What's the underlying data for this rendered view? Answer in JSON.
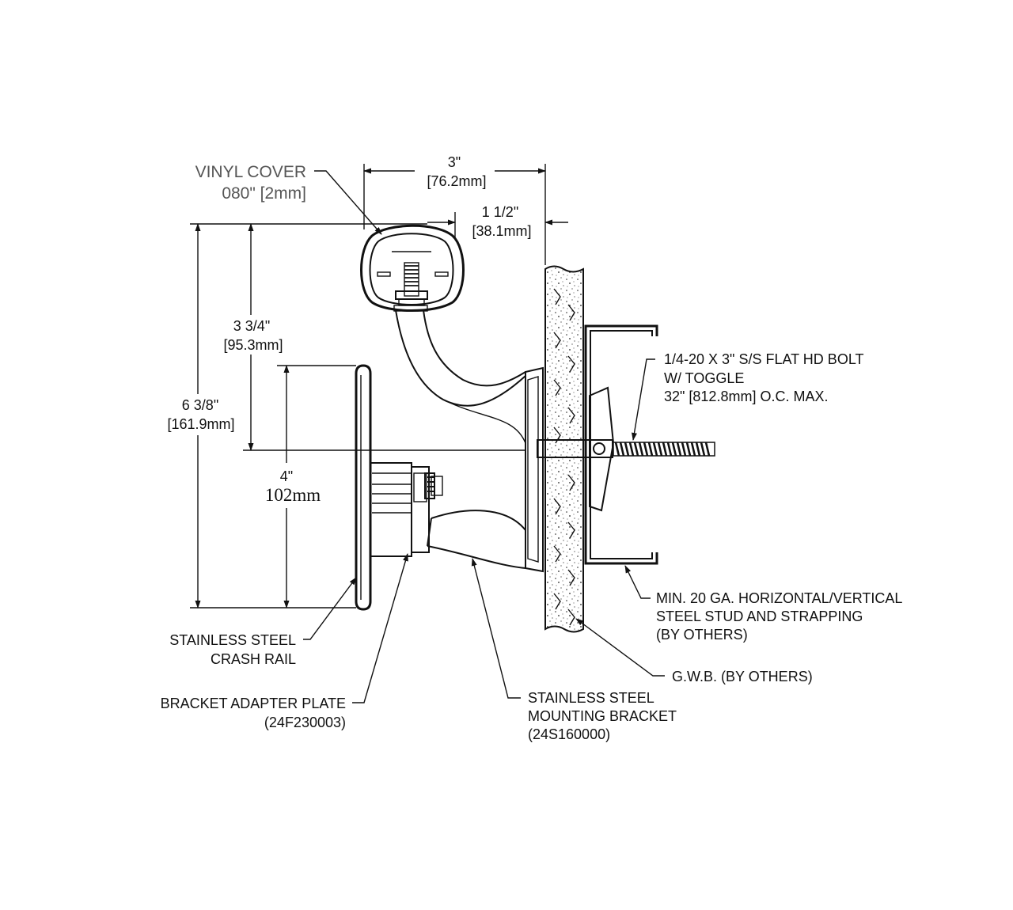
{
  "dimensions": {
    "rail_width": {
      "imperial": "3\"",
      "metric": "[76.2mm]"
    },
    "projection": {
      "imperial": "1 1/2\"",
      "metric": "[38.1mm]"
    },
    "overall_height": {
      "imperial": "6 3/8\"",
      "metric": "[161.9mm]"
    },
    "upper_height": {
      "imperial": "3 3/4\"",
      "metric": "[95.3mm]"
    },
    "crash_rail_height": {
      "imperial": "4\"",
      "metric": "102mm"
    }
  },
  "callouts": {
    "vinyl_cover": {
      "line1": "VINYL COVER",
      "line2": "080\" [2mm]"
    },
    "bolt": {
      "line1": "1/4-20 X 3\" S/S FLAT HD BOLT",
      "line2": "W/ TOGGLE",
      "line3": "32\" [812.8mm] O.C. MAX."
    },
    "stud": {
      "line1": "MIN. 20 GA. HORIZONTAL/VERTICAL",
      "line2": "STEEL STUD AND STRAPPING",
      "line3": "(BY OTHERS)"
    },
    "gwb": {
      "line1": "G.W.B. (BY OTHERS)"
    },
    "crash_rail": {
      "line1": "STAINLESS STEEL",
      "line2": "CRASH RAIL"
    },
    "adapter_plate": {
      "line1": "BRACKET ADAPTER PLATE",
      "line2": "(24F230003)"
    },
    "mounting_bracket": {
      "line1": "STAINLESS STEEL",
      "line2": "MOUNTING BRACKET",
      "line3": "(24S160000)"
    }
  }
}
